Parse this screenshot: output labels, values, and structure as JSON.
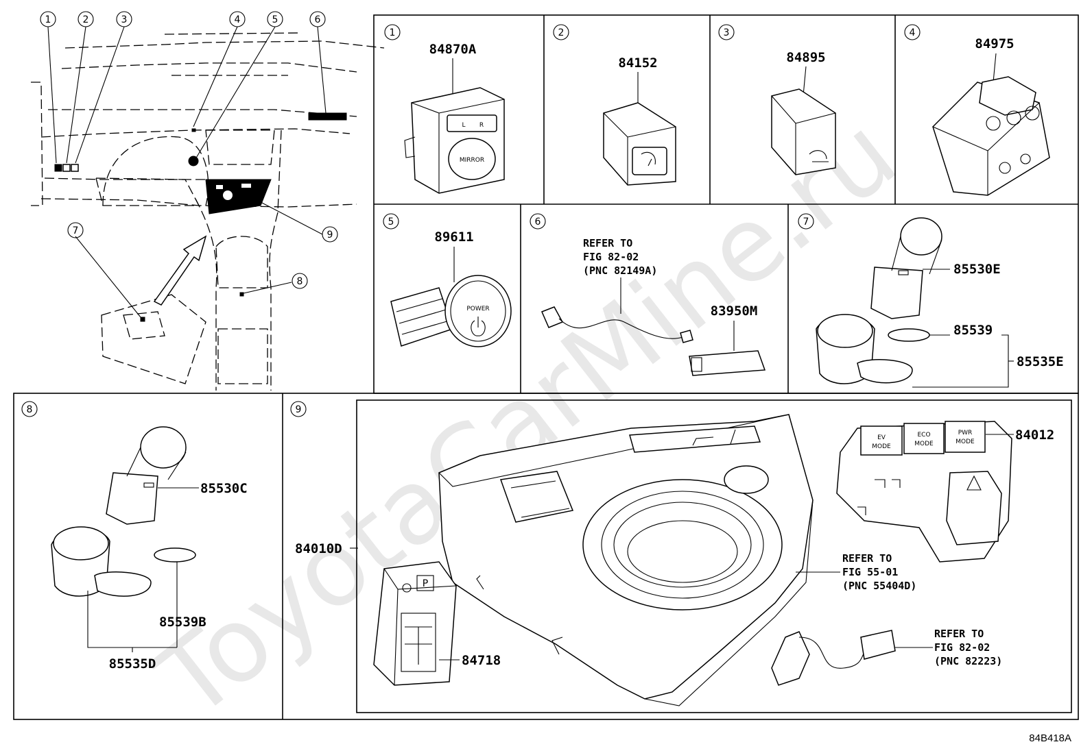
{
  "watermark": "ToyotaCarMine.ru",
  "diagram_code": "84B418A",
  "overview": {
    "callouts": [
      "1",
      "2",
      "3",
      "4",
      "5",
      "6",
      "7",
      "8",
      "9"
    ]
  },
  "panels": [
    {
      "id": "1",
      "parts": [
        "84870A"
      ],
      "face_text": [
        "MIRROR",
        "L",
        "R"
      ]
    },
    {
      "id": "2",
      "parts": [
        "84152"
      ]
    },
    {
      "id": "3",
      "parts": [
        "84895"
      ]
    },
    {
      "id": "4",
      "parts": [
        "84975"
      ]
    },
    {
      "id": "5",
      "parts": [
        "89611"
      ],
      "face_text": [
        "POWER"
      ]
    },
    {
      "id": "6",
      "parts": [
        "83950M"
      ],
      "ref": [
        "REFER TO",
        "FIG 82-02",
        "(PNC 82149A)"
      ]
    },
    {
      "id": "7",
      "parts": [
        "85530E",
        "85539",
        "85535E"
      ]
    },
    {
      "id": "8",
      "parts": [
        "85530C",
        "85539B",
        "85535D"
      ]
    },
    {
      "id": "9",
      "parts": [
        "84012",
        "84010D",
        "84718"
      ],
      "ref_a": [
        "REFER TO",
        "FIG 55-01",
        "(PNC 55404D)"
      ],
      "ref_b": [
        "REFER TO",
        "FIG 82-02",
        "(PNC 82223)"
      ],
      "buttons": [
        {
          "top": "EV",
          "bottom": "MODE"
        },
        {
          "top": "ECO",
          "bottom": "MODE"
        },
        {
          "top": "PWR",
          "bottom": "MODE"
        }
      ],
      "shift_letter": "P"
    }
  ]
}
